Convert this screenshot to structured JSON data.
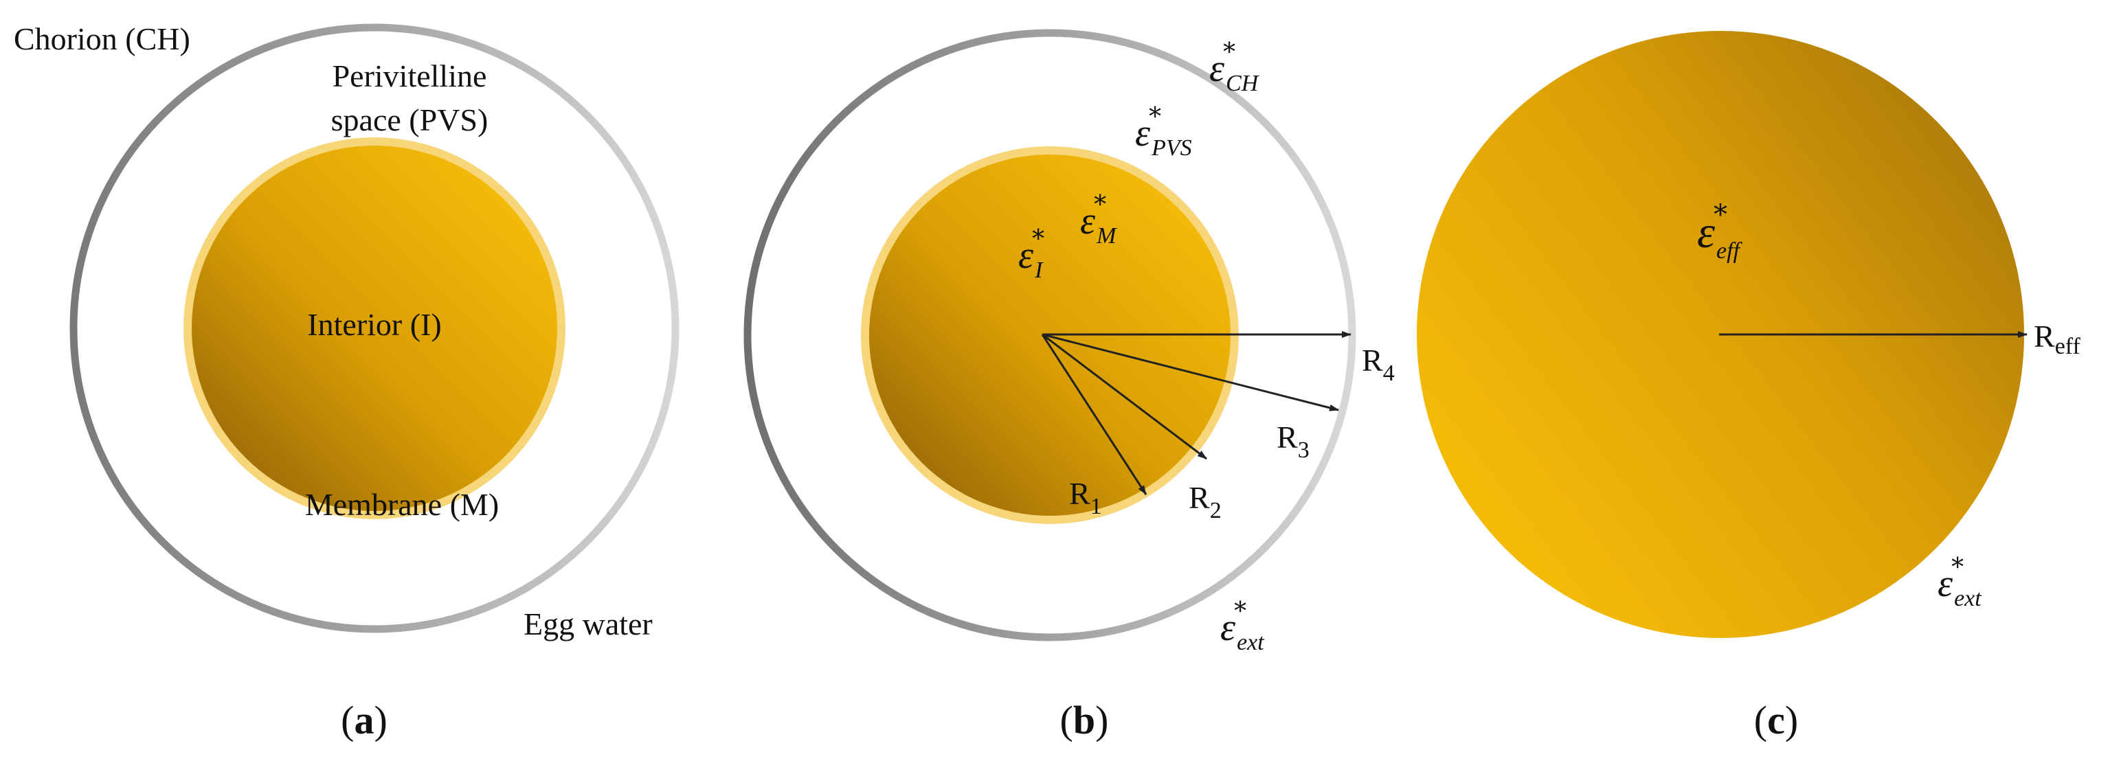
{
  "panel_a": {
    "chorion_label": "Chorion (CH)",
    "pvs_label_line1": "Perivitelline",
    "pvs_label_line2": "space (PVS)",
    "interior_label": "Interior (I)",
    "membrane_label": "Membrane (M)",
    "egg_water_label": "Egg water",
    "caption_letter": "a"
  },
  "panel_b": {
    "eps_base": "ε",
    "star": "*",
    "eps_ch_sub": "CH",
    "eps_pvs_sub": "PVS",
    "eps_m_sub": "M",
    "eps_i_sub": "I",
    "eps_ext_sub": "ext",
    "r_base": "R",
    "r1_sub": "1",
    "r2_sub": "2",
    "r3_sub": "3",
    "r4_sub": "4",
    "caption_letter": "b"
  },
  "panel_c": {
    "eps_base": "ε",
    "star": "*",
    "eps_eff_sub": "eff",
    "eps_ext_sub": "ext",
    "r_base": "R",
    "r_eff_sub": "eff",
    "caption_letter": "c"
  },
  "colors": {
    "yolk_dark": "#9a6a08",
    "yolk_mid": "#d99e04",
    "yolk_light": "#f5bd0a",
    "membrane": "#f7d67a",
    "chorion_dark": "#7d7d7d",
    "chorion_light": "#d4d4d4",
    "arrow": "#222222"
  }
}
